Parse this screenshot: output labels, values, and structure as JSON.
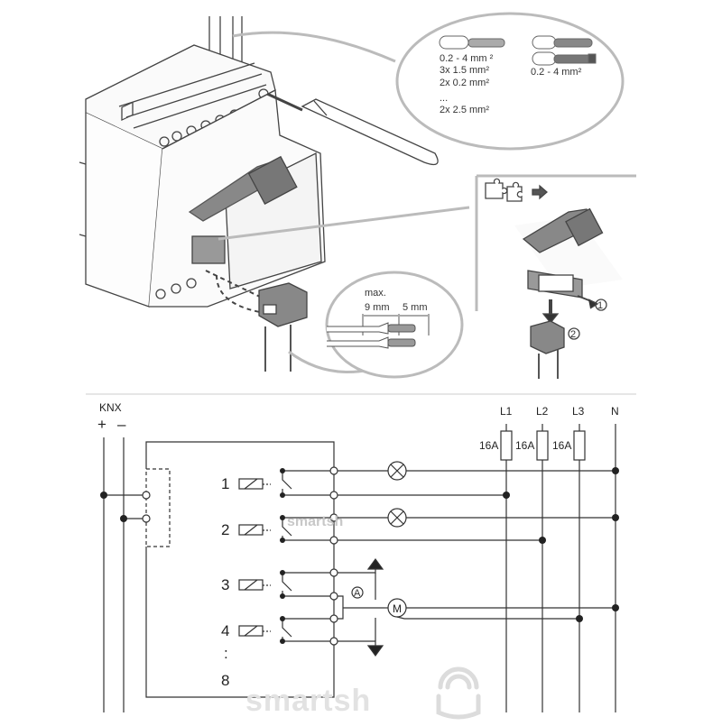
{
  "wire_spec": {
    "solid": [
      "0.2 - 4 mm ²",
      "3x 1.5 mm²",
      "2x 0.2 mm²",
      "...",
      "2x 2.5 mm²"
    ],
    "stranded": "0.2 - 4 mm²"
  },
  "strip_length": {
    "max_label": "max.",
    "insulation": "9 mm",
    "conductor": "5 mm"
  },
  "removal_steps": [
    "1",
    "2"
  ],
  "bus": {
    "label": "KNX",
    "plus": "+",
    "minus": "–"
  },
  "phases": [
    {
      "name": "L1",
      "fuse": "16A"
    },
    {
      "name": "L2",
      "fuse": "16A"
    },
    {
      "name": "L3",
      "fuse": "16A"
    }
  ],
  "neutral": "N",
  "channels": [
    "1",
    "2",
    "3",
    "4",
    ":",
    "8"
  ],
  "motor": {
    "symbol": "M",
    "interlock": "A"
  },
  "watermark": "smartsh",
  "colors": {
    "line": "#333333",
    "wire_gray": "#aaaaaa",
    "watermark": "#e2e2e2"
  }
}
